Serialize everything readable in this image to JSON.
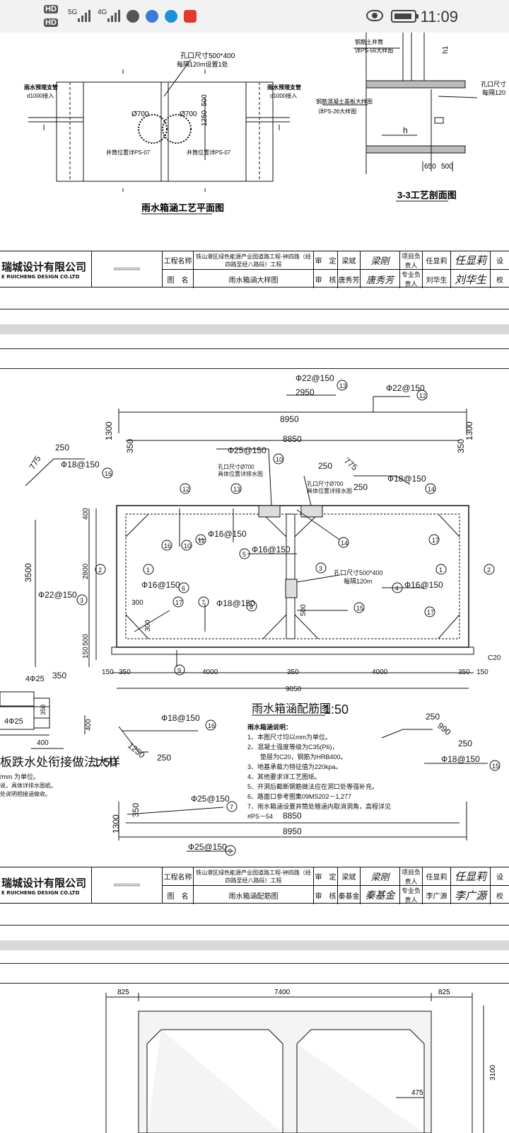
{
  "status": {
    "hd1": "HD",
    "hd2": "HD",
    "sig1": "5G",
    "sig2": "4G",
    "time": "11:09"
  },
  "sheet1": {
    "plan_title": "雨水箱涵工艺平面图",
    "section_title": "3-3工艺剖面图",
    "hole_label": "孔口尺寸500*400",
    "hole_every": "每隔120m设置1处",
    "pipe_left": "雨水预埋支管",
    "pipe_left2": "d1000接入",
    "pipe_right": "雨水预埋支管",
    "pipe_right2": "d1000接入",
    "phi700a": "Ø700",
    "phi700b": "Ø700",
    "dim500": "500",
    "dim1250": "1250",
    "well_left": "井筒位置详PS-07",
    "well_right": "井筒位置详PS-07",
    "sec_label1": "钢筋土井筒",
    "sec_label2": "详PS-56大样图",
    "sec_label3": "钢筋混凝土盖板大样图",
    "sec_label4": "详PS-26大样图",
    "sec_hole": "孔口尺寸",
    "sec_hole2": "每隔120",
    "sec_h1": "h1",
    "sec_h": "h",
    "sec_650": "650",
    "sec_500": "500"
  },
  "titleblock1": {
    "company": "瑞城设计有限公司",
    "company_en": "E RUICHENG DESIGN CO.LTD",
    "project_label": "工程名称",
    "project": "铁山港区绿色能源产业园道路工程-钟四路（经四路至经八路段）工程",
    "drawing_label": "图　名",
    "drawing": "雨水箱涵大样图",
    "approve": "审　定",
    "approve_name": "梁斌",
    "check": "审　核",
    "check_name": "唐秀芳",
    "pm_label": "项目负责人",
    "pm_name": "任显莉",
    "spec_label": "专业负责人",
    "spec_name": "刘华生",
    "design": "设",
    "proof": "校"
  },
  "sheet2": {
    "title": "雨水箱涵配筋图",
    "scale": "1:50",
    "r13": "Ф22@150",
    "r12": "Ф22@150",
    "d2950": "2950",
    "d8950": "8950",
    "d8850": "8850",
    "d1300": "1300",
    "d350": "350",
    "r10": "Ф25@150",
    "r16": "Ф18@150",
    "d775": "775",
    "d250": "250",
    "r14": "Ф18@150",
    "hole700a": "孔口尺寸Ø700",
    "hole700a2": "具体位置详排水图",
    "hole700b": "孔口尺寸Ø700",
    "hole700b2": "具体位置详排水图",
    "r11": "Ф16@150",
    "r5": "Ф16@150",
    "r6": "Ф16@150",
    "r8": "Ф18@150",
    "r4": "Ф16@150",
    "r3": "Ф22@150",
    "hole500": "孔口尺寸500*400",
    "hole500b": "每隔120m",
    "d3500": "3500",
    "d2800": "2800",
    "d400": "400",
    "d500": "500",
    "d300": "300",
    "d150": "150",
    "bottom_dims": [
      "150",
      "350",
      "4000",
      "350",
      "4000",
      "350",
      "150"
    ],
    "d9050": "9050",
    "c20": "C20",
    "detail_title": "板跌水处衔接做法大样",
    "detail_scale": "1:50",
    "det_4p25a": "4Ф25",
    "det_4p25b": "4Ф25",
    "det_350": "350",
    "det_400": "400",
    "det_400b": "400",
    "det_note1": "/mm 为单位。",
    "det_note2": "说，具体详排水图纸。",
    "det_note3": "处说明相接涵做收。",
    "r16b": "Ф18@150",
    "d1250": "1250",
    "d250b": "250",
    "r15": "Ф18@150",
    "d990": "990",
    "d250c": "250",
    "d250d": "250",
    "r7": "Ф25@150",
    "r9": "Ф25@150",
    "notes_title": "雨水箱涵说明：",
    "notes": [
      "1、本图尺寸均以mm为单位。",
      "2、混凝土强度等级为C35(P6)，",
      "　　垫层为C20，钢筋为HRB400。",
      "3、地基承载力特征值为220kpa。",
      "4、其他要求详工艺图纸。",
      "5、开洞后截断钢筋做法应在洞口处等强补充。",
      "6、路面口参考图集09MS202－1,277",
      "7、雨水箱涵设置井筒处箍涵内取消洞角，高程详见",
      "#PS－54"
    ]
  },
  "titleblock2": {
    "company": "瑞城设计有限公司",
    "company_en": "E RUICHENG DESIGN CO.LTD",
    "project_label": "工程名称",
    "project": "铁山港区绿色能源产业园道路工程-钟四路（经四路至经八路段）工程",
    "drawing_label": "图　名",
    "drawing": "雨水箱涵配筋图",
    "approve": "审　定",
    "approve_name": "梁斌",
    "check": "审　核",
    "check_name": "秦基金",
    "pm_label": "项目负责人",
    "pm_name": "任显莉",
    "spec_label": "专业负责人",
    "spec_name": "李广源",
    "design": "设",
    "proof": "校"
  },
  "sheet3": {
    "d825a": "825",
    "d7400": "7400",
    "d825b": "825",
    "d3100": "3100",
    "d475": "475"
  }
}
